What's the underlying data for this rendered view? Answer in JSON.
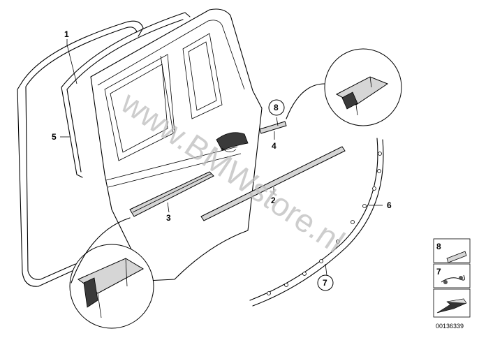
{
  "callouts": [
    {
      "id": "1",
      "label": "1"
    },
    {
      "id": "2",
      "label": "2"
    },
    {
      "id": "3",
      "label": "3"
    },
    {
      "id": "4",
      "label": "4"
    },
    {
      "id": "5",
      "label": "5"
    },
    {
      "id": "6",
      "label": "6"
    },
    {
      "id": "7",
      "label": "7"
    },
    {
      "id": "8",
      "label": "8"
    }
  ],
  "legend": [
    {
      "label": "8",
      "icon": "clip-strip-icon"
    },
    {
      "label": "7",
      "icon": "clip-set-icon"
    }
  ],
  "legend_arrow_icon": "arrow-icon",
  "watermark": "www.BMWstore.nl",
  "doc_id": "00136339",
  "colors": {
    "line": "#000000",
    "watermark": "#bdbdbd",
    "fill": "#d6d6d6"
  }
}
